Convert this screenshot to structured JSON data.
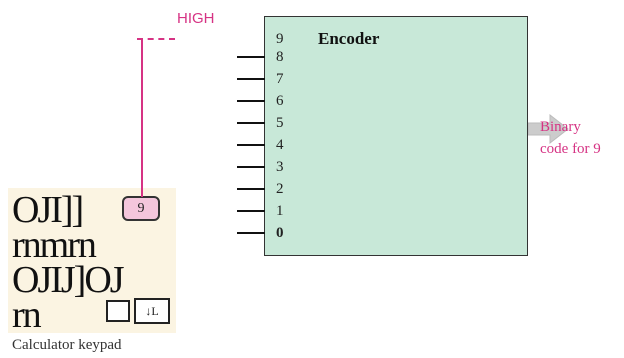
{
  "high_label": "HIGH",
  "encoder": {
    "title": "Encoder",
    "pins": [
      "9",
      "8",
      "7",
      "6",
      "5",
      "4",
      "3",
      "2",
      "1",
      "0"
    ]
  },
  "output_label": {
    "line1": "Binary",
    "line2": "code for 9"
  },
  "keypad": {
    "rows": [
      "OJI]]",
      "rnmrn",
      "OJIJ]OJ",
      "rn"
    ],
    "pressed_key": "9",
    "small_key": "↓L",
    "caption": "Calculator keypad"
  },
  "colors": {
    "signal": "#d63384",
    "encoder_fill": "#c8e8d8",
    "key_pressed": "#f4c6dc",
    "arrow": "#cccccc"
  }
}
